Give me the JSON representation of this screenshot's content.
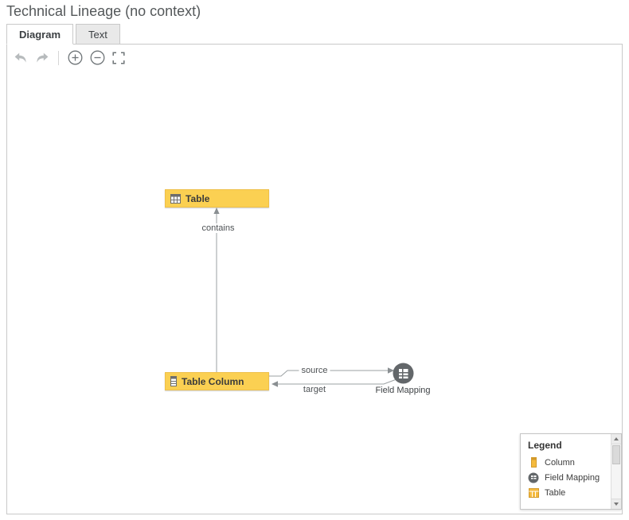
{
  "header": {
    "title": "Technical Lineage (no context)"
  },
  "tabs": [
    {
      "label": "Diagram",
      "active": true
    },
    {
      "label": "Text",
      "active": false
    }
  ],
  "toolbar": {
    "buttons": [
      {
        "icon": "undo-icon",
        "enabled": false
      },
      {
        "icon": "redo-icon",
        "enabled": false
      },
      {
        "icon": "zoom-in-icon",
        "enabled": true
      },
      {
        "icon": "zoom-out-icon",
        "enabled": true
      },
      {
        "icon": "fit-screen-icon",
        "enabled": true
      }
    ]
  },
  "diagram": {
    "nodes": [
      {
        "id": "table",
        "label": "Table",
        "type": "Table",
        "icon": "table-icon",
        "color": "#FBD052"
      },
      {
        "id": "table-column",
        "label": "Table Column",
        "type": "Column",
        "icon": "column-icon",
        "color": "#FBD052"
      },
      {
        "id": "field-mapping",
        "label": "Field Mapping",
        "type": "Field Mapping",
        "icon": "field-mapping-icon",
        "color": "#63676A"
      }
    ],
    "edges": [
      {
        "from": "table-column",
        "to": "table",
        "label": "contains"
      },
      {
        "from": "table-column",
        "to": "field-mapping",
        "label": "source"
      },
      {
        "from": "field-mapping",
        "to": "table-column",
        "label": "target"
      }
    ]
  },
  "legend": {
    "title": "Legend",
    "items": [
      {
        "label": "Column",
        "icon": "column-icon",
        "color": "#F4BA3E"
      },
      {
        "label": "Field Mapping",
        "icon": "field-mapping-icon",
        "color": "#63676A"
      },
      {
        "label": "Table",
        "icon": "table-icon",
        "color": "#F4BA3E"
      }
    ]
  },
  "colors": {
    "node_fill": "#FBD052",
    "node_border": "#EEC04A",
    "edge": "#9BA0A3",
    "field_mapping_fill": "#63676A",
    "panel_border": "#C9C9C9"
  }
}
